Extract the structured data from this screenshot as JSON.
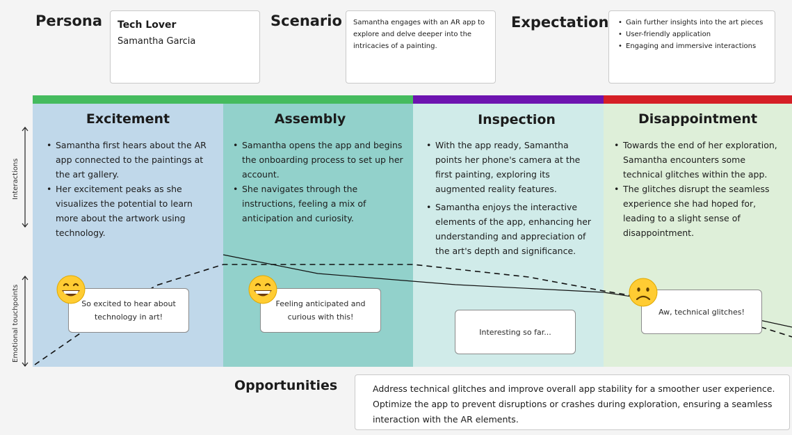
{
  "header": {
    "persona": {
      "heading": "Persona",
      "role": "Tech Lover",
      "name": "Samantha Garcia"
    },
    "scenario": {
      "heading": "Scenario",
      "text": "Samantha engages with an AR app to explore and delve deeper into the intricacies of a painting."
    },
    "expectation": {
      "heading": "Expectation",
      "items": [
        "Gain further insights into the art pieces",
        "User-friendly application",
        "Engaging and immersive interactions"
      ]
    }
  },
  "axis": {
    "interactions": "Interactions",
    "emotional": "Emotional touchpoints"
  },
  "stages": [
    {
      "title": "Excitement",
      "bullets": [
        "Samantha first hears about the AR app connected to the paintings at the art gallery.",
        "Her excitement peaks as she visualizes the potential to learn more about the artwork using technology."
      ],
      "emotion_quote": "So excited to hear about technology in art!",
      "emotion_icon": "grinning-face-icon"
    },
    {
      "title": "Assembly",
      "bullets": [
        "Samantha opens the app and begins the onboarding process to set up her account.",
        "She navigates through the instructions, feeling a mix of anticipation and curiosity."
      ],
      "emotion_quote": "Feeling anticipated and curious with this!",
      "emotion_icon": "grinning-face-icon"
    },
    {
      "title": "Inspection",
      "bullets": [
        "With the app ready, Samantha points her phone's camera at the first painting, exploring its augmented reality features.",
        "Samantha enjoys the interactive elements of the app, enhancing her understanding and appreciation of the art's depth and significance."
      ],
      "emotion_quote": "Interesting so far...",
      "emotion_icon": ""
    },
    {
      "title": "Disappointment",
      "bullets": [
        "Towards the end of her exploration, Samantha encounters some technical glitches within the app.",
        "The glitches disrupt the seamless experience she had hoped for, leading to a slight sense of disappointment."
      ],
      "emotion_quote": "Aw, technical glitches!",
      "emotion_icon": "frowning-face-icon"
    }
  ],
  "opportunities": {
    "heading": "Opportunities",
    "lines": [
      "Address technical glitches and improve overall app stability for a smoother user experience.",
      "Optimize the app to prevent disruptions or crashes during exploration, ensuring a seamless",
      "interaction with the AR elements."
    ]
  },
  "colors": {
    "stage_backgrounds": [
      "#c0d8ea",
      "#92d1cb",
      "#d0ebe9",
      "#deefd9"
    ],
    "stage_bars": [
      "#45bb5e",
      "#45bb5e",
      "#6d14b0",
      "#d51f26"
    ]
  }
}
